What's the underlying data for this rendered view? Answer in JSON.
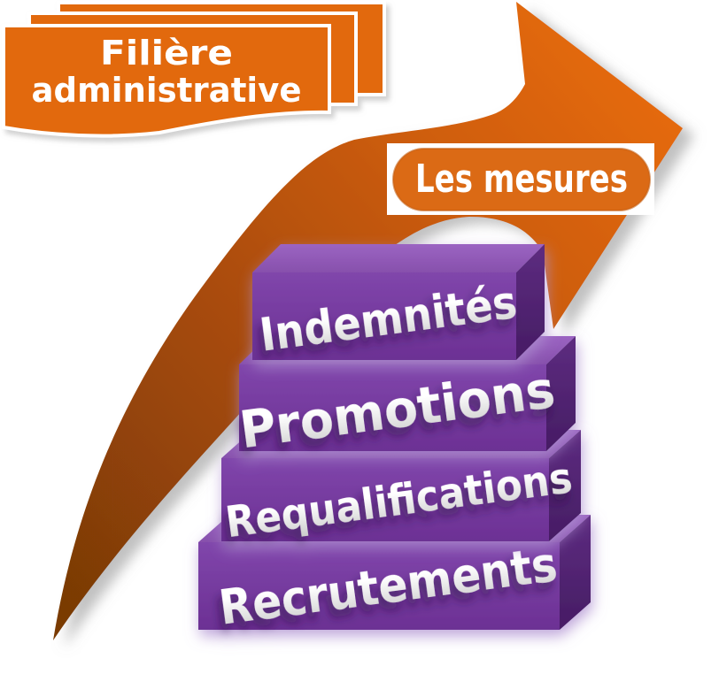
{
  "banner": {
    "line1": "Filière",
    "line2": "administrative"
  },
  "measures": {
    "label": "Les mesures"
  },
  "pyramid": {
    "blocks": [
      {
        "label": "Indemnités"
      },
      {
        "label": "Promotions"
      },
      {
        "label": "Requalifications"
      },
      {
        "label": "Recrutements"
      }
    ]
  },
  "colors": {
    "card_orange": "#E2690F",
    "pill_orange": "#DB6A15",
    "pill_edge": "#C55E10",
    "arrow_tail": "#7A3A06",
    "arrow_mid1": "#A84B08",
    "arrow_mid2": "#CC5C0D",
    "arrow_head": "#E4690F",
    "block_front_top": "#8046AB",
    "block_front_bottom": "#6C3094",
    "block_top_light": "#9B64C2",
    "block_top_dark": "#8750AC",
    "block_side_top": "#5D2C80",
    "block_side_bottom": "#461C64",
    "label_top": "#FFFFFF",
    "label_bottom": "#C8C8C8",
    "text_white": "#FFFFFF",
    "background": "#FFFFFF"
  }
}
